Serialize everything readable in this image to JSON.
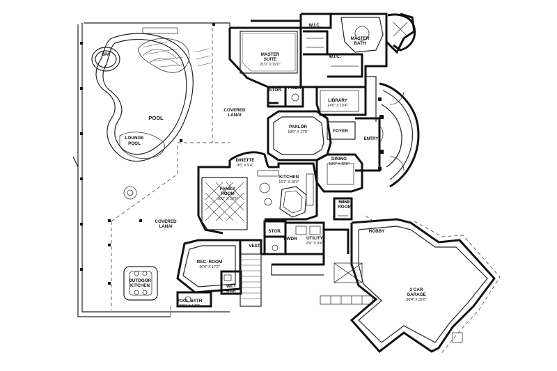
{
  "rooms": {
    "spa": {
      "label": "SPA"
    },
    "pool": {
      "label": "POOL"
    },
    "lounge_pool": {
      "line1": "LOUNGE",
      "line2": "POOL"
    },
    "covered_lanai_top": {
      "line1": "COVERED",
      "line2": "LANAI"
    },
    "covered_lanai_bottom": {
      "line1": "COVERED",
      "line2": "LANAI"
    },
    "master_suite": {
      "line1": "MASTER",
      "line2": "SUITE",
      "dim": "21'0\" X 19'0\""
    },
    "master_bath": {
      "line1": "MASTER",
      "line2": "BATH"
    },
    "wic_top": {
      "label": "W.I.C."
    },
    "wic_mid": {
      "label": "W.I.C."
    },
    "stor_top": {
      "label": "STOR."
    },
    "pwdr_top": {
      "label": "PWDR"
    },
    "library": {
      "label": "LIBRARY",
      "dim": "14'0\" X 13'4\""
    },
    "parlor": {
      "label": "PARLOR",
      "dim": "18'0\" X 17'0\""
    },
    "foyer": {
      "label": "FOYER"
    },
    "entry": {
      "label": "ENTRY"
    },
    "dining": {
      "label": "DINING",
      "dim": "13'0\" X 12'6\""
    },
    "dinette": {
      "label": "DINETTE",
      "dim": "9'6\" X 9'4\""
    },
    "kitchen": {
      "label": "KITCHEN",
      "dim": "16'2\" X 18'4\""
    },
    "family_room": {
      "line1": "FAMILY",
      "line2": "ROOM",
      "dim": "20'2\" X 20'6\""
    },
    "wine_room": {
      "line1": "WINE",
      "line2": "ROOM"
    },
    "hobby": {
      "label": "HOBBY"
    },
    "stor_mid": {
      "label": "STOR."
    },
    "pwdr_mid": {
      "label": "PWDR"
    },
    "utility": {
      "label": "UTILITY",
      "dim": "8'6\" X 9'4\""
    },
    "vest": {
      "label": "VEST."
    },
    "rec_room": {
      "label": "REC. ROOM",
      "dim": "20'6\" X 17'2\""
    },
    "wet_bar": {
      "line1": "WET",
      "line2": "BAR"
    },
    "outdoor_kitchen": {
      "line1": "OUTDOOR",
      "line2": "KITCHEN"
    },
    "pool_bath": {
      "label": "POOL BATH",
      "dim": "20'6\" X 17'0\""
    },
    "garage": {
      "line1": "3 CAR",
      "line2": "GARAGE",
      "dim": "36'4\" X 32'0\""
    }
  }
}
